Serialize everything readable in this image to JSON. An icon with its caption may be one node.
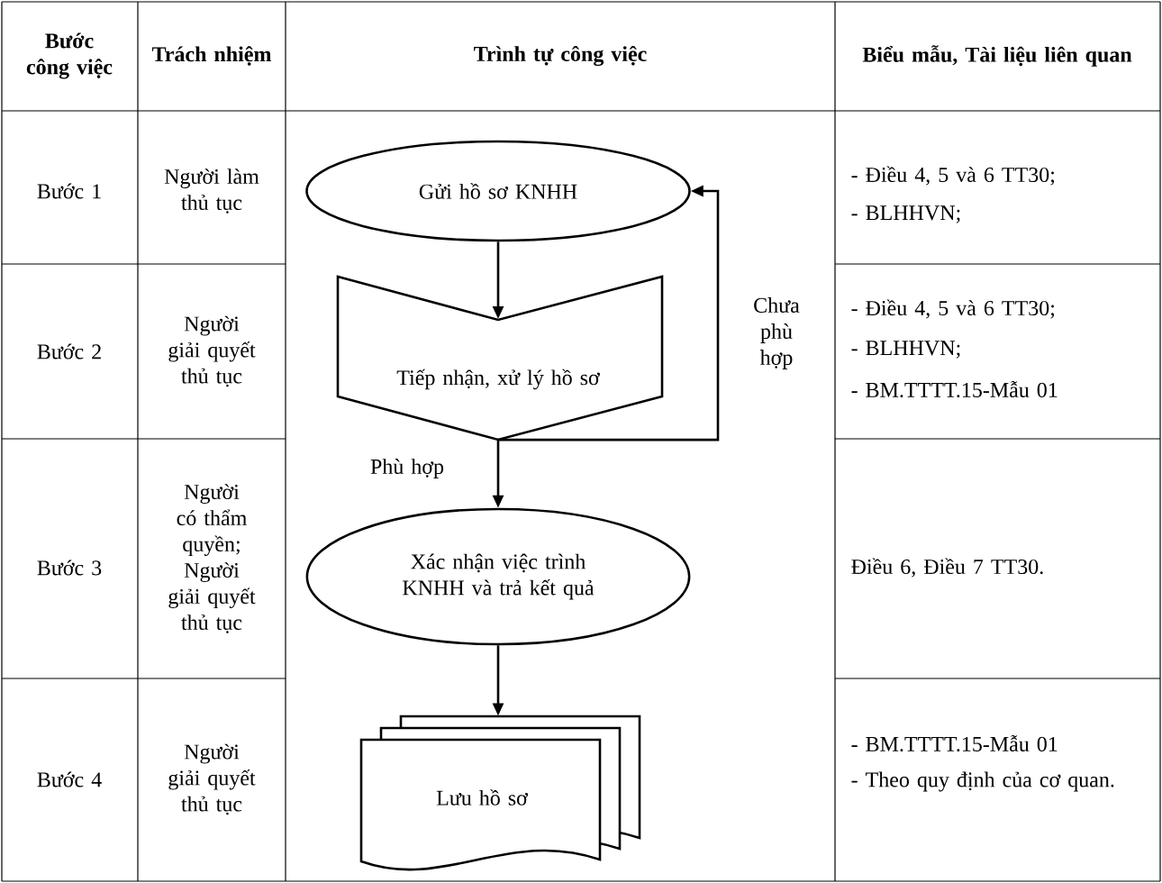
{
  "diagram": {
    "nodes": [
      {
        "text": [
          "Gửi hồ sơ KNHH"
        ]
      },
      {
        "text": [
          "Tiếp nhận, xử lý hồ sơ"
        ]
      },
      {
        "text": [
          "Xác nhận việc trình KNHH và trả kết quả"
        ]
      },
      {
        "text": [
          "Lưu hồ sơ"
        ]
      }
    ],
    "edges": [
      {
        "from": 0,
        "to": 1,
        "arrow": "to"
      },
      {
        "from": 1,
        "to": 0,
        "arrow": "to",
        "label": "Chưa phù hợp"
      },
      {
        "from": 1,
        "to": 2,
        "arrow": "to",
        "label": "Phù hợp"
      },
      {
        "from": 2,
        "to": 3,
        "arrow": "to"
      }
    ],
    "labels": [
      "Bước công việc",
      "Trách nhiệm",
      "Trình tự công việc",
      "Biểu mẫu, Tài liệu liên quan",
      "Bước 1",
      "Người làm thủ tục",
      "- Điều 4, 5 và 6 TT30;",
      "- BLHHVN;",
      "Bước 2",
      "Người giải quyết thủ tục",
      "- Điều 4, 5 và 6 TT30;",
      "- BLHHVN;",
      "- BM.TTTT.15-Mẫu 01",
      "Bước 3",
      "Người có thẩm quyền; Người giải quyết thủ tục",
      "Điều 6, Điều 7 TT30.",
      "Bước 4",
      "Người giải quyết thủ tục",
      "- BM.TTTT.15-Mẫu 01",
      "- Theo quy định của cơ quan."
    ]
  }
}
